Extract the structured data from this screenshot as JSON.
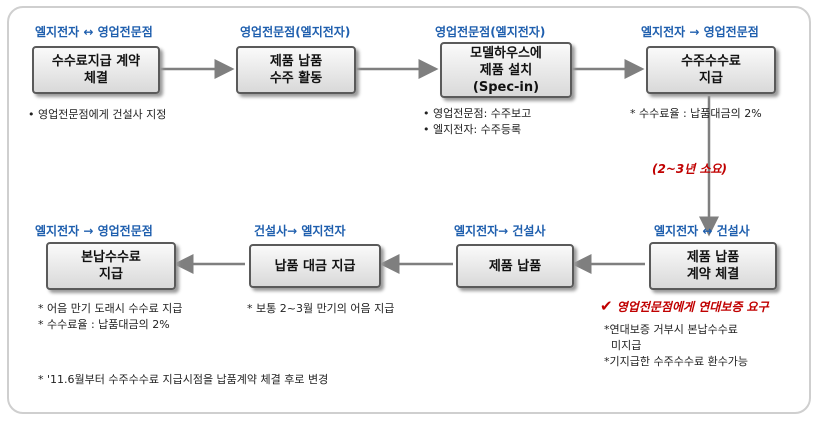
{
  "headers": {
    "h1": "엘지전자 ↔ 영업전문점",
    "h2": "영업전문점(엘지전자)",
    "h3": "영업전문점(엘지전자)",
    "h4": "엘지전자 → 영업전문점",
    "h5": "엘지전자 → 영업전문점",
    "h6": "건설사→ 엘지전자",
    "h7": "엘지전자→ 건설사",
    "h8": "엘지전자 ↔ 건설사"
  },
  "boxes": {
    "b1": "수수료지급 계약\n체결",
    "b2": "제품 납품\n수주 활동",
    "b3": "모델하우스에\n제품 설치\n(Spec-in)",
    "b4": "수주수수료\n지급",
    "b5": "제품 납품\n계약 체결",
    "b6": "제품 납품",
    "b7": "납품 대금 지급",
    "b8": "본납수수료\n지급"
  },
  "notes": {
    "n1": "• 영업전문점에게 건설사 지정",
    "n2": "• 영업전문점: 수주보고\n• 엘지전자: 수주등록",
    "n3": "* 수수료율 : 납품대금의 2%",
    "n4": "* 어음 만기 도래시 수수료 지급\n* 수수료율 : 납품대금의 2%",
    "n5": "* 보통 2~3월 만기의 어음 지급",
    "n6": "*연대보증 거부시 본납수수료\n  미지급\n*기지급한 수주수수료 환수가능",
    "footnote": "* '11.6월부터 수주수수료 지급시점을 납품계약 체결 후로 변경"
  },
  "duration": "(2~3년 소요)",
  "warning": {
    "check_icon": "✔",
    "text": "영업전문점에게 연대보증 요구"
  },
  "colors": {
    "header": "#1f5fae",
    "warning": "#c00000",
    "arrow": "#7f7f7f"
  }
}
